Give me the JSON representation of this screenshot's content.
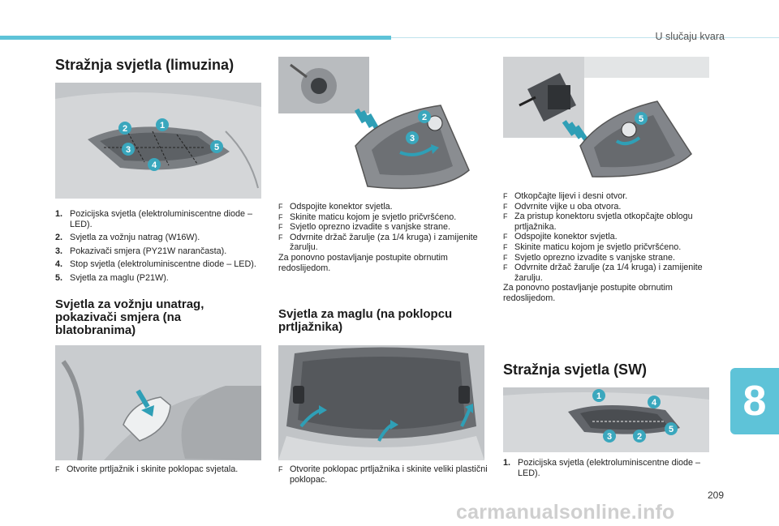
{
  "header": {
    "section": "U slučaju kvara",
    "page": "209",
    "chapter": "8"
  },
  "watermark": "carmanualsonline.info",
  "sec_limuzina": {
    "title": "Stražnja svjetla (limuzina)",
    "callouts": [
      "1",
      "2",
      "3",
      "4",
      "5"
    ],
    "items": [
      {
        "n": "1.",
        "text": "Pozicijska svjetla (elektroluminiscentne diode – LED)."
      },
      {
        "n": "2.",
        "text": "Svjetla za vožnju natrag (W16W)."
      },
      {
        "n": "3.",
        "text": "Pokazivači smjera (PY21W narančasta)."
      },
      {
        "n": "4.",
        "text": "Stop svjetla (elektroluminiscentne diode – LED)."
      },
      {
        "n": "5.",
        "text": "Svjetla za maglu (P21W)."
      }
    ]
  },
  "sec_natrag": {
    "title": "Svjetla za vožnju unatrag, pokazivači smjera (na blatobranima)",
    "steps": [
      "Otvorite prtljažnik i skinite poklopac svjetala."
    ]
  },
  "mid_top": {
    "callouts": [
      "2",
      "3"
    ],
    "steps": [
      "Odspojite konektor svjetla.",
      "Skinite maticu kojom je svjetlo pričvršćeno.",
      "Svjetlo oprezno izvadite s vanjske strane.",
      "Odvrnite držač žarulje (za 1/4 kruga) i zamijenite žarulju."
    ],
    "note": "Za ponovno postavljanje postupite obrnutim redoslijedom."
  },
  "sec_magla": {
    "title": "Svjetla za maglu (na poklopcu prtljažnika)",
    "steps": [
      "Otvorite poklopac prtljažnika i skinite veliki plastični poklopac."
    ]
  },
  "right_top": {
    "callouts": [
      "5"
    ],
    "steps": [
      "Otkopčajte lijevi i desni otvor.",
      "Odvrnite vijke u oba otvora.",
      "Za pristup konektoru svjetla otkopčajte oblogu prtljažnika.",
      "Odspojite konektor svjetla.",
      "Skinite maticu kojom je svjetlo pričvršćeno.",
      "Svjetlo oprezno izvadite s vanjske strane.",
      "Odvrnite držač žarulje (za 1/4 kruga) i zamijenite žarulju."
    ],
    "note": "Za ponovno postavljanje postupite obrnutim redoslijedom."
  },
  "sec_sw": {
    "title": "Stražnja svjetla (SW)",
    "callouts": [
      "1",
      "4",
      "5",
      "3",
      "2"
    ],
    "items": [
      {
        "n": "1.",
        "text": "Pozicijska svjetla (elektroluminiscentne diode – LED)."
      }
    ]
  },
  "bullet_glyph": "F",
  "colors": {
    "accent": "#5ec3d8",
    "callout": "#3aa7bd",
    "arrow": "#2f9fb6"
  }
}
